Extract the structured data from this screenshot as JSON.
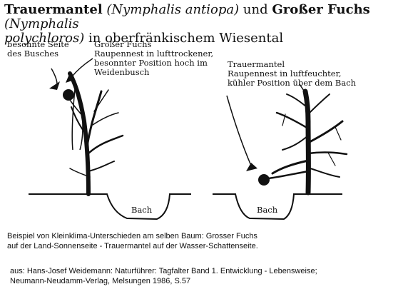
{
  "title": {
    "part1": "Trauermantel",
    "part2": "(Nymphalis antiopa)",
    "part3": "und",
    "part4": "Großer Fuchs",
    "part5": "(Nymphalis",
    "part6": "polychloros)",
    "part7": "in oberfränkischem Wiesental"
  },
  "left_panel": {
    "label_sunny_line1": "besonnte Seite",
    "label_sunny_line2": "des Busches",
    "label_fuchs_line1": "Großer Fuchs",
    "label_fuchs_line2": "Raupennest in lufttrockener,",
    "label_fuchs_line3": "besonnter Position hoch im",
    "label_fuchs_line4": "Weidenbusch",
    "creek_label": "Bach"
  },
  "right_panel": {
    "label_trauer_line1": "Trauermantel",
    "label_trauer_line2": "Raupennest in luftfeuchter,",
    "label_trauer_line3": "kühler Position über dem Bach",
    "creek_label": "Bach"
  },
  "caption": {
    "line1": "Beispiel von Kleinklima-Unterschieden am selben Baum: Grosser Fuchs",
    "line2": "auf der Land-Sonnenseite - Trauermantel auf der Wasser-Schattenseite."
  },
  "source": {
    "line1": "aus: Hans-Josef Weidemann: Naturführer: Tagfalter Band 1. Entwicklung - Lebensweise;",
    "line2": "Neumann-Neudamm-Verlag, Melsungen 1986, S.57"
  }
}
